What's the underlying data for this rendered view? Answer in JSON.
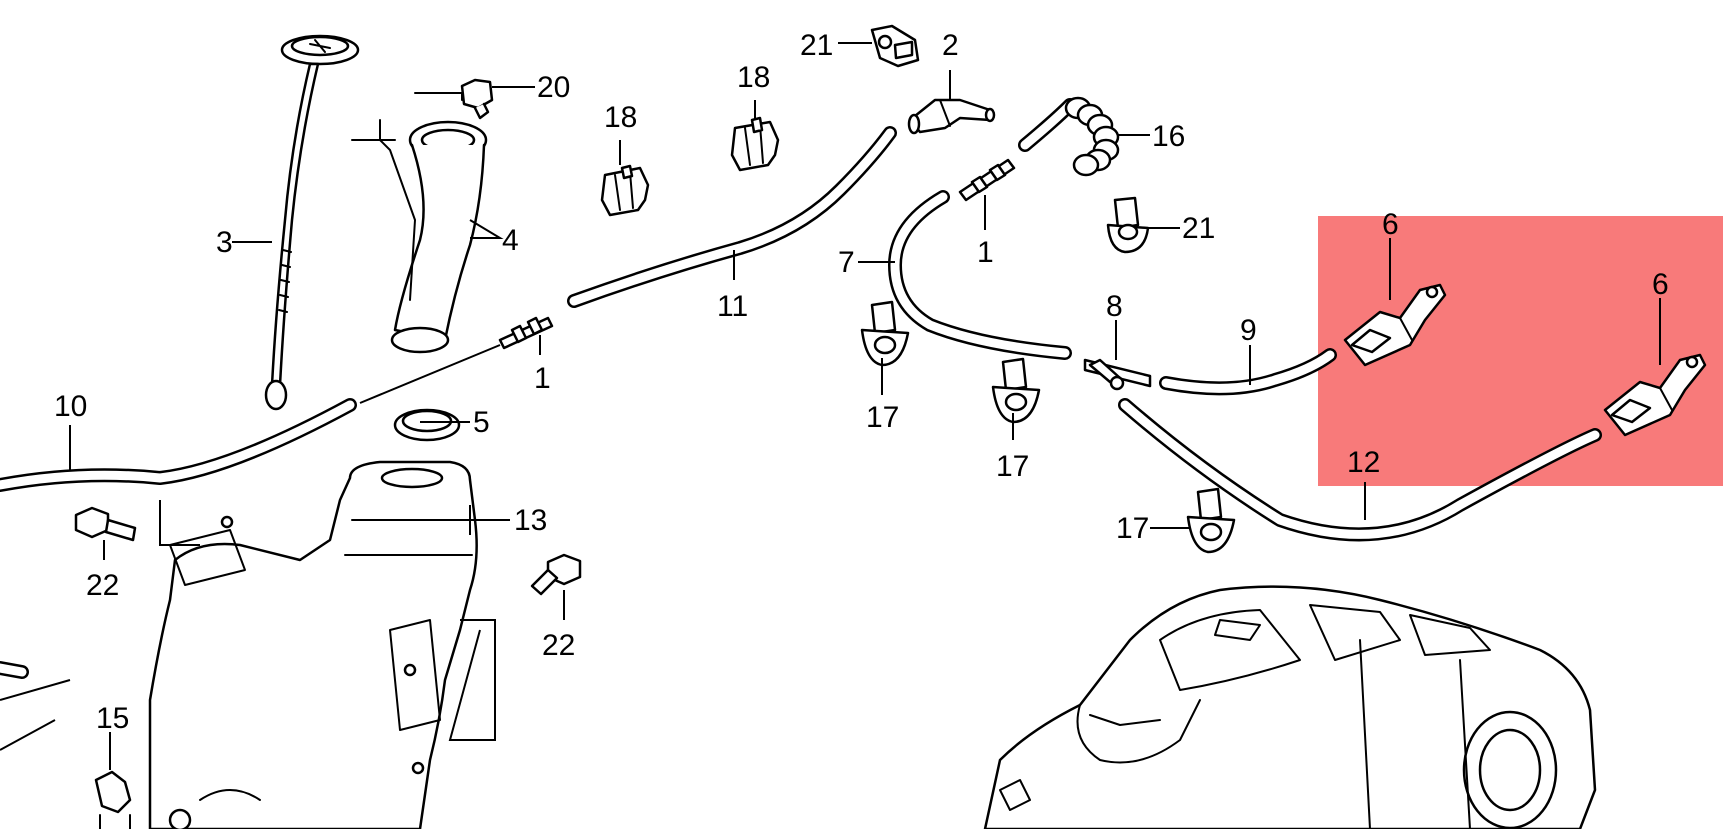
{
  "highlight": {
    "color": "#f87a7a"
  },
  "callouts": {
    "c1a": "1",
    "c1b": "1",
    "c2": "2",
    "c3": "3",
    "c4": "4",
    "c5": "5",
    "c6a": "6",
    "c6b": "6",
    "c7": "7",
    "c8": "8",
    "c9": "9",
    "c10": "10",
    "c11": "11",
    "c12": "12",
    "c13": "13",
    "c15": "15",
    "c16": "16",
    "c17a": "17",
    "c17b": "17",
    "c17c": "17",
    "c18a": "18",
    "c18b": "18",
    "c20": "20",
    "c21a": "21",
    "c21b": "21",
    "c22a": "22",
    "c22b": "22"
  }
}
